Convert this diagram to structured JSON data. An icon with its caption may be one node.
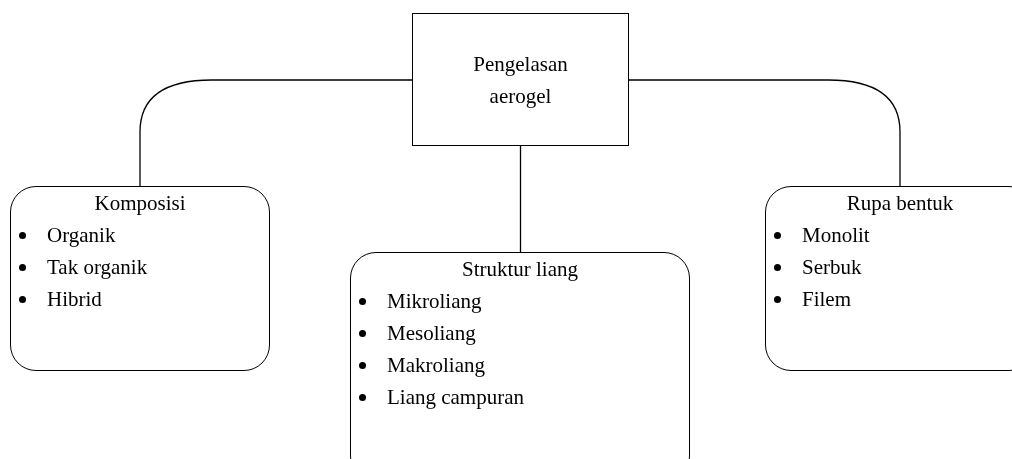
{
  "diagram": {
    "nodes": [
      {
        "text": [
          "Pengelasan aerogel"
        ]
      },
      {
        "text": [
          "Komposisi",
          "Organik",
          "Tak organik",
          "Hibrid"
        ]
      },
      {
        "text": [
          "Struktur liang",
          "Mikroliang",
          "Mesoliang",
          "Makroliang",
          "Liang campuran"
        ]
      },
      {
        "text": [
          "Rupa bentuk",
          "Monolit",
          "Serbuk",
          "Filem"
        ]
      }
    ],
    "edges": [
      {
        "from": 0,
        "to": 1,
        "arrow": "none"
      },
      {
        "from": 0,
        "to": 2,
        "arrow": "none"
      },
      {
        "from": 0,
        "to": 3,
        "arrow": "none"
      }
    ]
  }
}
